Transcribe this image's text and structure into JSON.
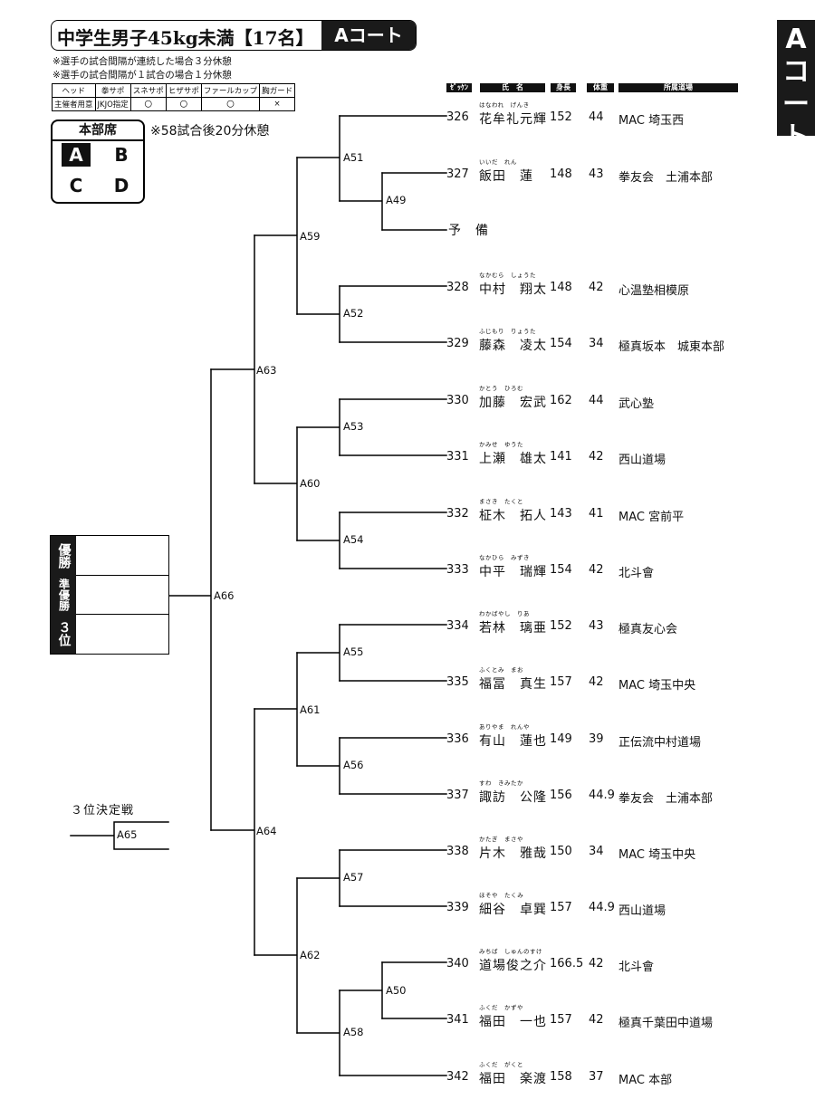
{
  "header": {
    "title": "中学生男子45kg未満【17名】",
    "court": "Aコート",
    "notes": [
      "※選手の試合間隔が連続した場合３分休憩",
      "※選手の試合間隔が１試合の場合１分休憩"
    ]
  },
  "equipment": {
    "headers": [
      "ヘッド",
      "拳サポ",
      "スネサポ",
      "ヒザサポ",
      "ファールカップ",
      "胸ガード"
    ],
    "values": [
      "主催者用意",
      "JKJO指定",
      "〇",
      "〇",
      "〇",
      "×"
    ]
  },
  "hq": {
    "title": "本部席",
    "cells": [
      "A",
      "B",
      "C",
      "D"
    ],
    "selected": "A",
    "note": "※58試合後20分休憩"
  },
  "side_tab": [
    "A",
    "コ",
    "ー",
    "ト"
  ],
  "column_headers": [
    "ｾﾞｯｹﾝ",
    "氏　名",
    "身長",
    "体重",
    "所属道場"
  ],
  "entries": [
    {
      "num": "326",
      "ruby": "はなわれ　げんき",
      "name": "花牟礼元輝",
      "height": "152",
      "weight": "44",
      "dojo": "MAC 埼玉西"
    },
    {
      "num": "327",
      "ruby": "いいだ　れん",
      "name": "飯田　蓮",
      "height": "148",
      "weight": "43",
      "dojo": "拳友会　土浦本部"
    },
    {
      "num": "328",
      "ruby": "なかむら　しょうた",
      "name": "中村　翔太",
      "height": "148",
      "weight": "42",
      "dojo": "心温塾相模原"
    },
    {
      "num": "329",
      "ruby": "ふじもり　りょうた",
      "name": "藤森　凌太",
      "height": "154",
      "weight": "34",
      "dojo": "極真坂本　城東本部"
    },
    {
      "num": "330",
      "ruby": "かとう　ひろむ",
      "name": "加藤　宏武",
      "height": "162",
      "weight": "44",
      "dojo": "武心塾"
    },
    {
      "num": "331",
      "ruby": "かみせ　ゆうた",
      "name": "上瀬　雄太",
      "height": "141",
      "weight": "42",
      "dojo": "西山道場"
    },
    {
      "num": "332",
      "ruby": "まさき　たくと",
      "name": "柾木　拓人",
      "height": "143",
      "weight": "41",
      "dojo": "MAC 宮前平"
    },
    {
      "num": "333",
      "ruby": "なかひら　みずき",
      "name": "中平　瑞輝",
      "height": "154",
      "weight": "42",
      "dojo": "北斗會"
    },
    {
      "num": "334",
      "ruby": "わかばやし　りあ",
      "name": "若林　璃亜",
      "height": "152",
      "weight": "43",
      "dojo": "極真友心会"
    },
    {
      "num": "335",
      "ruby": "ふくとみ　まお",
      "name": "福冨　真生",
      "height": "157",
      "weight": "42",
      "dojo": "MAC 埼玉中央"
    },
    {
      "num": "336",
      "ruby": "ありやま　れんや",
      "name": "有山　蓮也",
      "height": "149",
      "weight": "39",
      "dojo": "正伝流中村道場"
    },
    {
      "num": "337",
      "ruby": "すわ　きみたか",
      "name": "諏訪　公隆",
      "height": "156",
      "weight": "44.9",
      "dojo": "拳友会　土浦本部"
    },
    {
      "num": "338",
      "ruby": "かたぎ　まさや",
      "name": "片木　雅哉",
      "height": "150",
      "weight": "34",
      "dojo": "MAC 埼玉中央"
    },
    {
      "num": "339",
      "ruby": "ほそや　たくみ",
      "name": "細谷　卓巽",
      "height": "157",
      "weight": "44.9",
      "dojo": "西山道場"
    },
    {
      "num": "340",
      "ruby": "みちば　しゅんのすけ",
      "name": "道場俊之介",
      "height": "166.5",
      "weight": "42",
      "dojo": "北斗會"
    },
    {
      "num": "341",
      "ruby": "ふくだ　かずや",
      "name": "福田　一也",
      "height": "157",
      "weight": "42",
      "dojo": "極真千葉田中道場"
    },
    {
      "num": "342",
      "ruby": "ふくだ　がくと",
      "name": "福田　楽渡",
      "height": "158",
      "weight": "37",
      "dojo": "MAC 本部"
    }
  ],
  "reserve_label": "予　備",
  "matches": [
    "A49",
    "A50",
    "A51",
    "A52",
    "A53",
    "A54",
    "A55",
    "A56",
    "A57",
    "A58",
    "A59",
    "A60",
    "A61",
    "A62",
    "A63",
    "A64",
    "A66",
    "A65"
  ],
  "results": {
    "winner": "優勝",
    "runner_up": "準優勝",
    "third": "３位"
  },
  "third_place": {
    "title": "３位決定戦"
  }
}
